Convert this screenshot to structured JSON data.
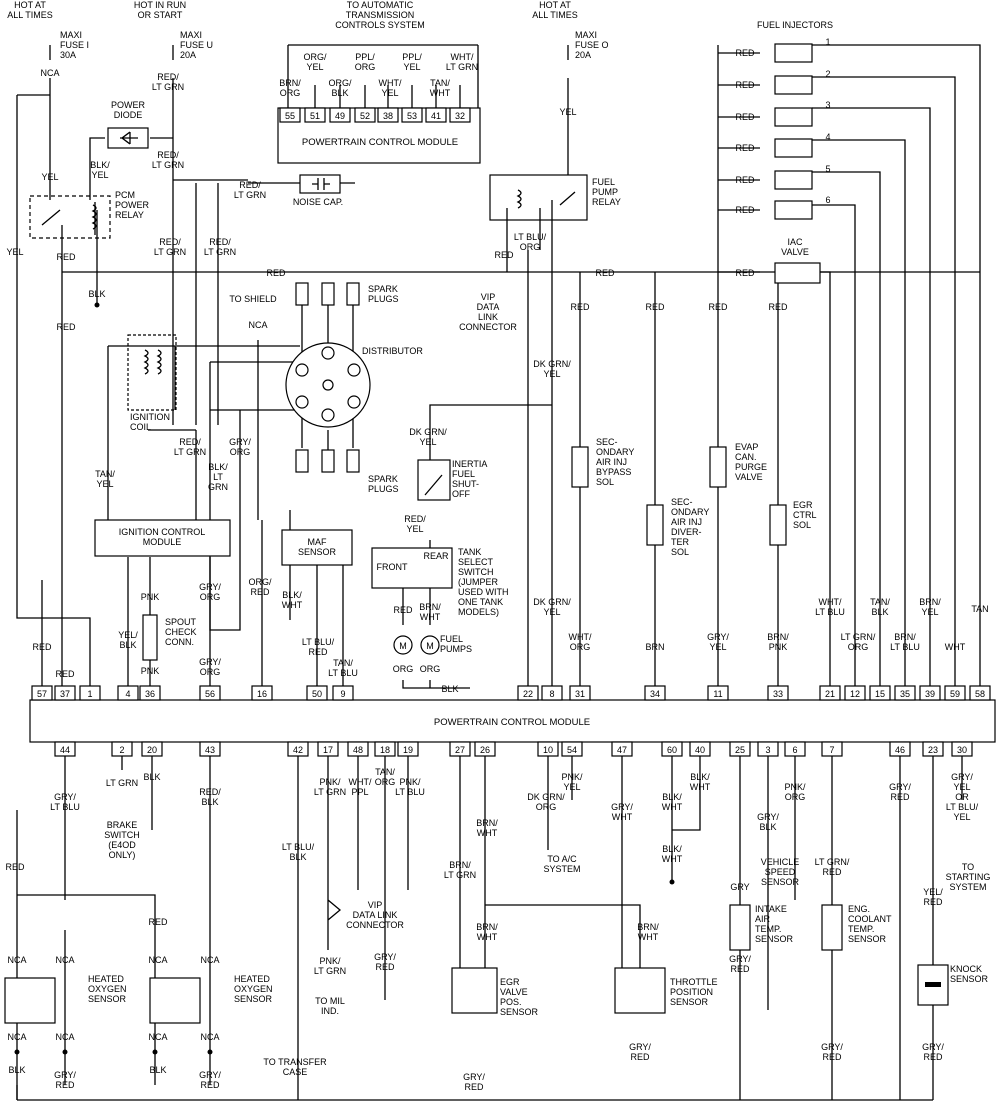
{
  "top": {
    "hot1": [
      "HOT AT",
      "ALL TIMES"
    ],
    "hot2": [
      "HOT IN RUN",
      "OR START"
    ],
    "hot3": [
      "HOT AT",
      "ALL TIMES"
    ],
    "atc": [
      "TO AUTOMATIC",
      "TRANSMISSION",
      "CONTROLS SYSTEM"
    ],
    "fuse_i": [
      "MAXI",
      "FUSE I",
      "30A"
    ],
    "fuse_u": [
      "MAXI",
      "FUSE U",
      "20A"
    ],
    "fuse_o": [
      "MAXI",
      "FUSE O",
      "20A"
    ],
    "injectors_title": "FUEL INJECTORS"
  },
  "pcm_top": {
    "title": "POWERTRAIN CONTROL MODULE",
    "pins": [
      "55",
      "51",
      "49",
      "52",
      "38",
      "53",
      "41",
      "32"
    ],
    "wires": [
      [
        "BRN/",
        "ORG"
      ],
      [
        "ORG/",
        "YEL"
      ],
      [
        "ORG/",
        "BLK"
      ],
      [
        "PPL/",
        "ORG"
      ],
      [
        "WHT/",
        "YEL"
      ],
      [
        "PPL/",
        "YEL"
      ],
      [
        "TAN/",
        "WHT"
      ],
      [
        "WHT/",
        "LT GRN"
      ]
    ]
  },
  "pcm_main": {
    "title": "POWERTRAIN CONTROL MODULE",
    "top_pins": [
      "57",
      "37",
      "1",
      "4",
      "36",
      "56",
      "16",
      "50",
      "9",
      "22",
      "8",
      "31",
      "34",
      "11",
      "33",
      "21",
      "12",
      "15",
      "35",
      "39",
      "59",
      "58"
    ],
    "bottom_pins": [
      "44",
      "2",
      "20",
      "43",
      "42",
      "17",
      "48",
      "18",
      "19",
      "27",
      "26",
      "10",
      "54",
      "47",
      "60",
      "40",
      "25",
      "3",
      "6",
      "7",
      "46",
      "23",
      "30"
    ]
  },
  "components": {
    "power_diode": [
      "POWER",
      "DIODE"
    ],
    "pcm_relay": [
      "PCM",
      "POWER",
      "RELAY"
    ],
    "noise_cap": "NOISE CAP.",
    "spark_plugs_top": [
      "SPARK",
      "PLUGS"
    ],
    "spark_plugs_bot": [
      "SPARK",
      "PLUGS"
    ],
    "distributor": "DISTRIBUTOR",
    "to_shield": "TO SHIELD",
    "ignition_coil": [
      "IGNITION",
      "COIL"
    ],
    "icm": [
      "IGNITION CONTROL",
      "MODULE"
    ],
    "maf": [
      "MAF",
      "SENSOR"
    ],
    "spout": [
      "SPOUT",
      "CHECK",
      "CONN."
    ],
    "fuel_pump_relay": [
      "FUEL",
      "PUMP",
      "RELAY"
    ],
    "vip_top": [
      "VIP",
      "DATA",
      "LINK",
      "CONNECTOR"
    ],
    "inertia": [
      "INERTIA",
      "FUEL",
      "SHUT-",
      "OFF"
    ],
    "tank_select": [
      "TANK",
      "SELECT",
      "SWITCH",
      "(JUMPER",
      "USED WITH",
      "ONE TANK",
      "MODELS)"
    ],
    "front": "FRONT",
    "rear": "REAR",
    "fuel_pumps": [
      "FUEL",
      "PUMPS"
    ],
    "sec_bypass": [
      "SEC-",
      "ONDARY",
      "AIR INJ",
      "BYPASS",
      "SOL"
    ],
    "sec_diverter": [
      "SEC-",
      "ONDARY",
      "AIR INJ",
      "DIVER-",
      "TER",
      "SOL"
    ],
    "evap": [
      "EVAP",
      "CAN.",
      "PURGE",
      "VALVE"
    ],
    "egr_sol": [
      "EGR",
      "CTRL",
      "SOL"
    ],
    "iac": [
      "IAC",
      "VALVE"
    ],
    "injector_nums": [
      "1",
      "2",
      "3",
      "4",
      "5",
      "6"
    ],
    "brake": [
      "BRAKE",
      "SWITCH",
      "(E4OD",
      "ONLY)"
    ],
    "to_ac": [
      "TO A/C",
      "SYSTEM"
    ],
    "vss": [
      "VEHICLE",
      "SPEED",
      "SENSOR"
    ],
    "to_start": [
      "TO",
      "STARTING",
      "SYSTEM"
    ],
    "vip_bot": [
      "VIP",
      "DATA LINK",
      "CONNECTOR"
    ],
    "to_mil": [
      "TO MIL",
      "IND."
    ],
    "transfer": [
      "TO TRANSFER",
      "CASE"
    ],
    "egr_pos": [
      "EGR",
      "VALVE",
      "POS.",
      "SENSOR"
    ],
    "tps": [
      "THROTTLE",
      "POSITION",
      "SENSOR"
    ],
    "iat": [
      "INTAKE",
      "AIR",
      "TEMP.",
      "SENSOR"
    ],
    "ect": [
      "ENG.",
      "COOLANT",
      "TEMP.",
      "SENSOR"
    ],
    "knock": [
      "KNOCK",
      "SENSOR"
    ],
    "ho2s": [
      "HEATED",
      "OXYGEN",
      "SENSOR"
    ]
  },
  "wires": {
    "nca": "NCA",
    "yel": "YEL",
    "red": "RED",
    "blk": "BLK",
    "pnk": "PNK",
    "gry": "GRY",
    "brn": "BRN",
    "red_ltgrn": [
      "RED/",
      "LT GRN"
    ],
    "blk_yel": [
      "BLK/",
      "YEL"
    ],
    "tan_yel": [
      "TAN/",
      "YEL"
    ],
    "gry_org": [
      "GRY/",
      "ORG"
    ],
    "blk_ltgrn": [
      "BLK/",
      "LT",
      "GRN"
    ],
    "yel_blk": [
      "YEL/",
      "BLK"
    ],
    "org_red": [
      "ORG/",
      "RED"
    ],
    "blk_wht": [
      "BLK/",
      "WHT"
    ],
    "ltblu_red": [
      "LT BLU/",
      "RED"
    ],
    "tan_ltblu": [
      "TAN/",
      "LT BLU"
    ],
    "ltblu_org": [
      "LT BLU/",
      "ORG"
    ],
    "dkgrn_yel": [
      "DK GRN/",
      "YEL"
    ],
    "red_yel": [
      "RED/",
      "YEL"
    ],
    "brn_wht": [
      "BRN/",
      "WHT"
    ],
    "org": "ORG",
    "wht_org": [
      "WHT/",
      "ORG"
    ],
    "gry_yel": [
      "GRY/",
      "YEL"
    ],
    "brn_pnk": [
      "BRN/",
      "PNK"
    ],
    "wht_ltblu": [
      "WHT/",
      "LT BLU"
    ],
    "ltgrn_org": [
      "LT GRN/",
      "ORG"
    ],
    "tan_blk": [
      "TAN/",
      "BLK"
    ],
    "brn_ltblu": [
      "BRN/",
      "LT BLU"
    ],
    "brn_yel": [
      "BRN/",
      "YEL"
    ],
    "wht": "WHT",
    "tan": "TAN",
    "gry_ltblu": [
      "GRY/",
      "LT BLU"
    ],
    "lt_grn": "LT GRN",
    "red_blk": [
      "RED/",
      "BLK"
    ],
    "ltblu_blk": [
      "LT BLU/",
      "BLK"
    ],
    "pnk_ltgrn": [
      "PNK/",
      "LT GRN"
    ],
    "wht_ppl": [
      "WHT/",
      "PPL"
    ],
    "tan_org": [
      "TAN/",
      "ORG"
    ],
    "pnk_ltblu": [
      "PNK/",
      "LT BLU"
    ],
    "gry_red": [
      "GRY/",
      "RED"
    ],
    "brn_ltgrn": [
      "BRN/",
      "LT GRN"
    ],
    "dkgrn_org": [
      "DK GRN/",
      "ORG"
    ],
    "pnk_yel": [
      "PNK/",
      "YEL"
    ],
    "gry_wht": [
      "GRY/",
      "WHT"
    ],
    "gry_blk": [
      "GRY/",
      "BLK"
    ],
    "pnk_org": [
      "PNK/",
      "ORG"
    ],
    "ltgrn_red": [
      "LT GRN/",
      "RED"
    ],
    "gry_yel_or": [
      "GRY/",
      "YEL",
      "OR",
      "LT BLU/",
      "YEL"
    ],
    "yel_red": [
      "YEL/",
      "RED"
    ]
  }
}
